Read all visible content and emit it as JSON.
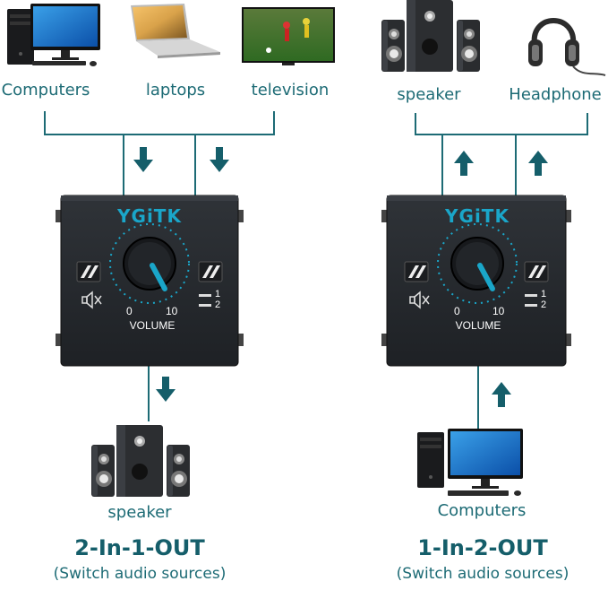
{
  "colors": {
    "teal": "#1d6b75",
    "device": "#2b2e32",
    "accent": "#1aa6c9",
    "text_white": "#ffffff"
  },
  "left_diagram": {
    "inputs": [
      "Computers",
      "laptops",
      "television"
    ],
    "output": "speaker",
    "mode_title": "2-In-1-OUT",
    "mode_subtitle": "(Switch audio sources)"
  },
  "right_diagram": {
    "outputs": [
      "speaker",
      "Headphone"
    ],
    "input": "Computers",
    "mode_title": "1-In-2-OUT",
    "mode_subtitle": "(Switch audio sources)"
  },
  "device": {
    "brand": "YGiTK",
    "scale_min": "0",
    "scale_max": "10",
    "volume_label": "VOLUME",
    "port_1": "1",
    "port_2": "2"
  }
}
